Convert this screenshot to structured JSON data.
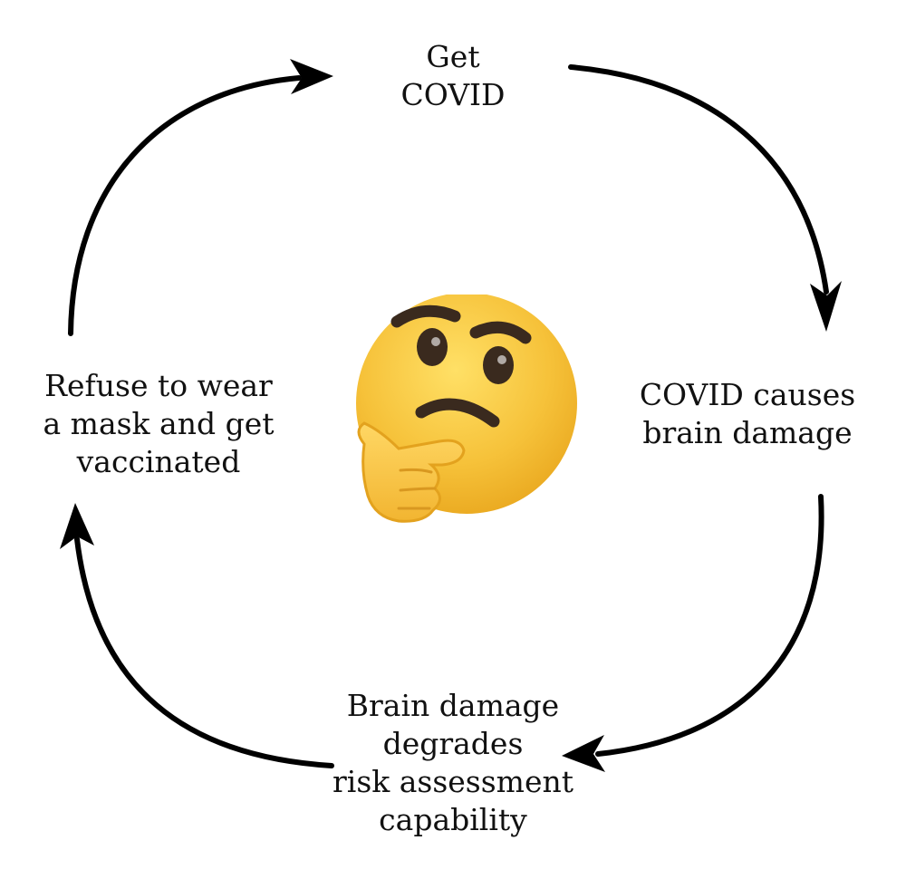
{
  "diagram": {
    "type": "cycle",
    "nodes": [
      {
        "id": "get-covid",
        "lines": [
          "Get",
          "COVID"
        ]
      },
      {
        "id": "brain-damage",
        "lines": [
          "COVID causes",
          "brain damage"
        ]
      },
      {
        "id": "degrades-risk",
        "lines": [
          "Brain damage",
          "degrades",
          "risk assessment",
          "capability"
        ]
      },
      {
        "id": "refuse-mask",
        "lines": [
          "Refuse to wear",
          "a mask and get",
          "vaccinated"
        ]
      }
    ],
    "edges": [
      {
        "from": "get-covid",
        "to": "brain-damage"
      },
      {
        "from": "brain-damage",
        "to": "degrades-risk"
      },
      {
        "from": "degrades-risk",
        "to": "refuse-mask"
      },
      {
        "from": "refuse-mask",
        "to": "get-covid"
      }
    ],
    "center_icon": "thinking-face-icon"
  },
  "colors": {
    "arrow": "#000000",
    "text": "#111111",
    "face": "#F6C23A",
    "face_edge": "#E7A11C",
    "hand": "#F7C64A",
    "feature": "#3A2A1E"
  }
}
